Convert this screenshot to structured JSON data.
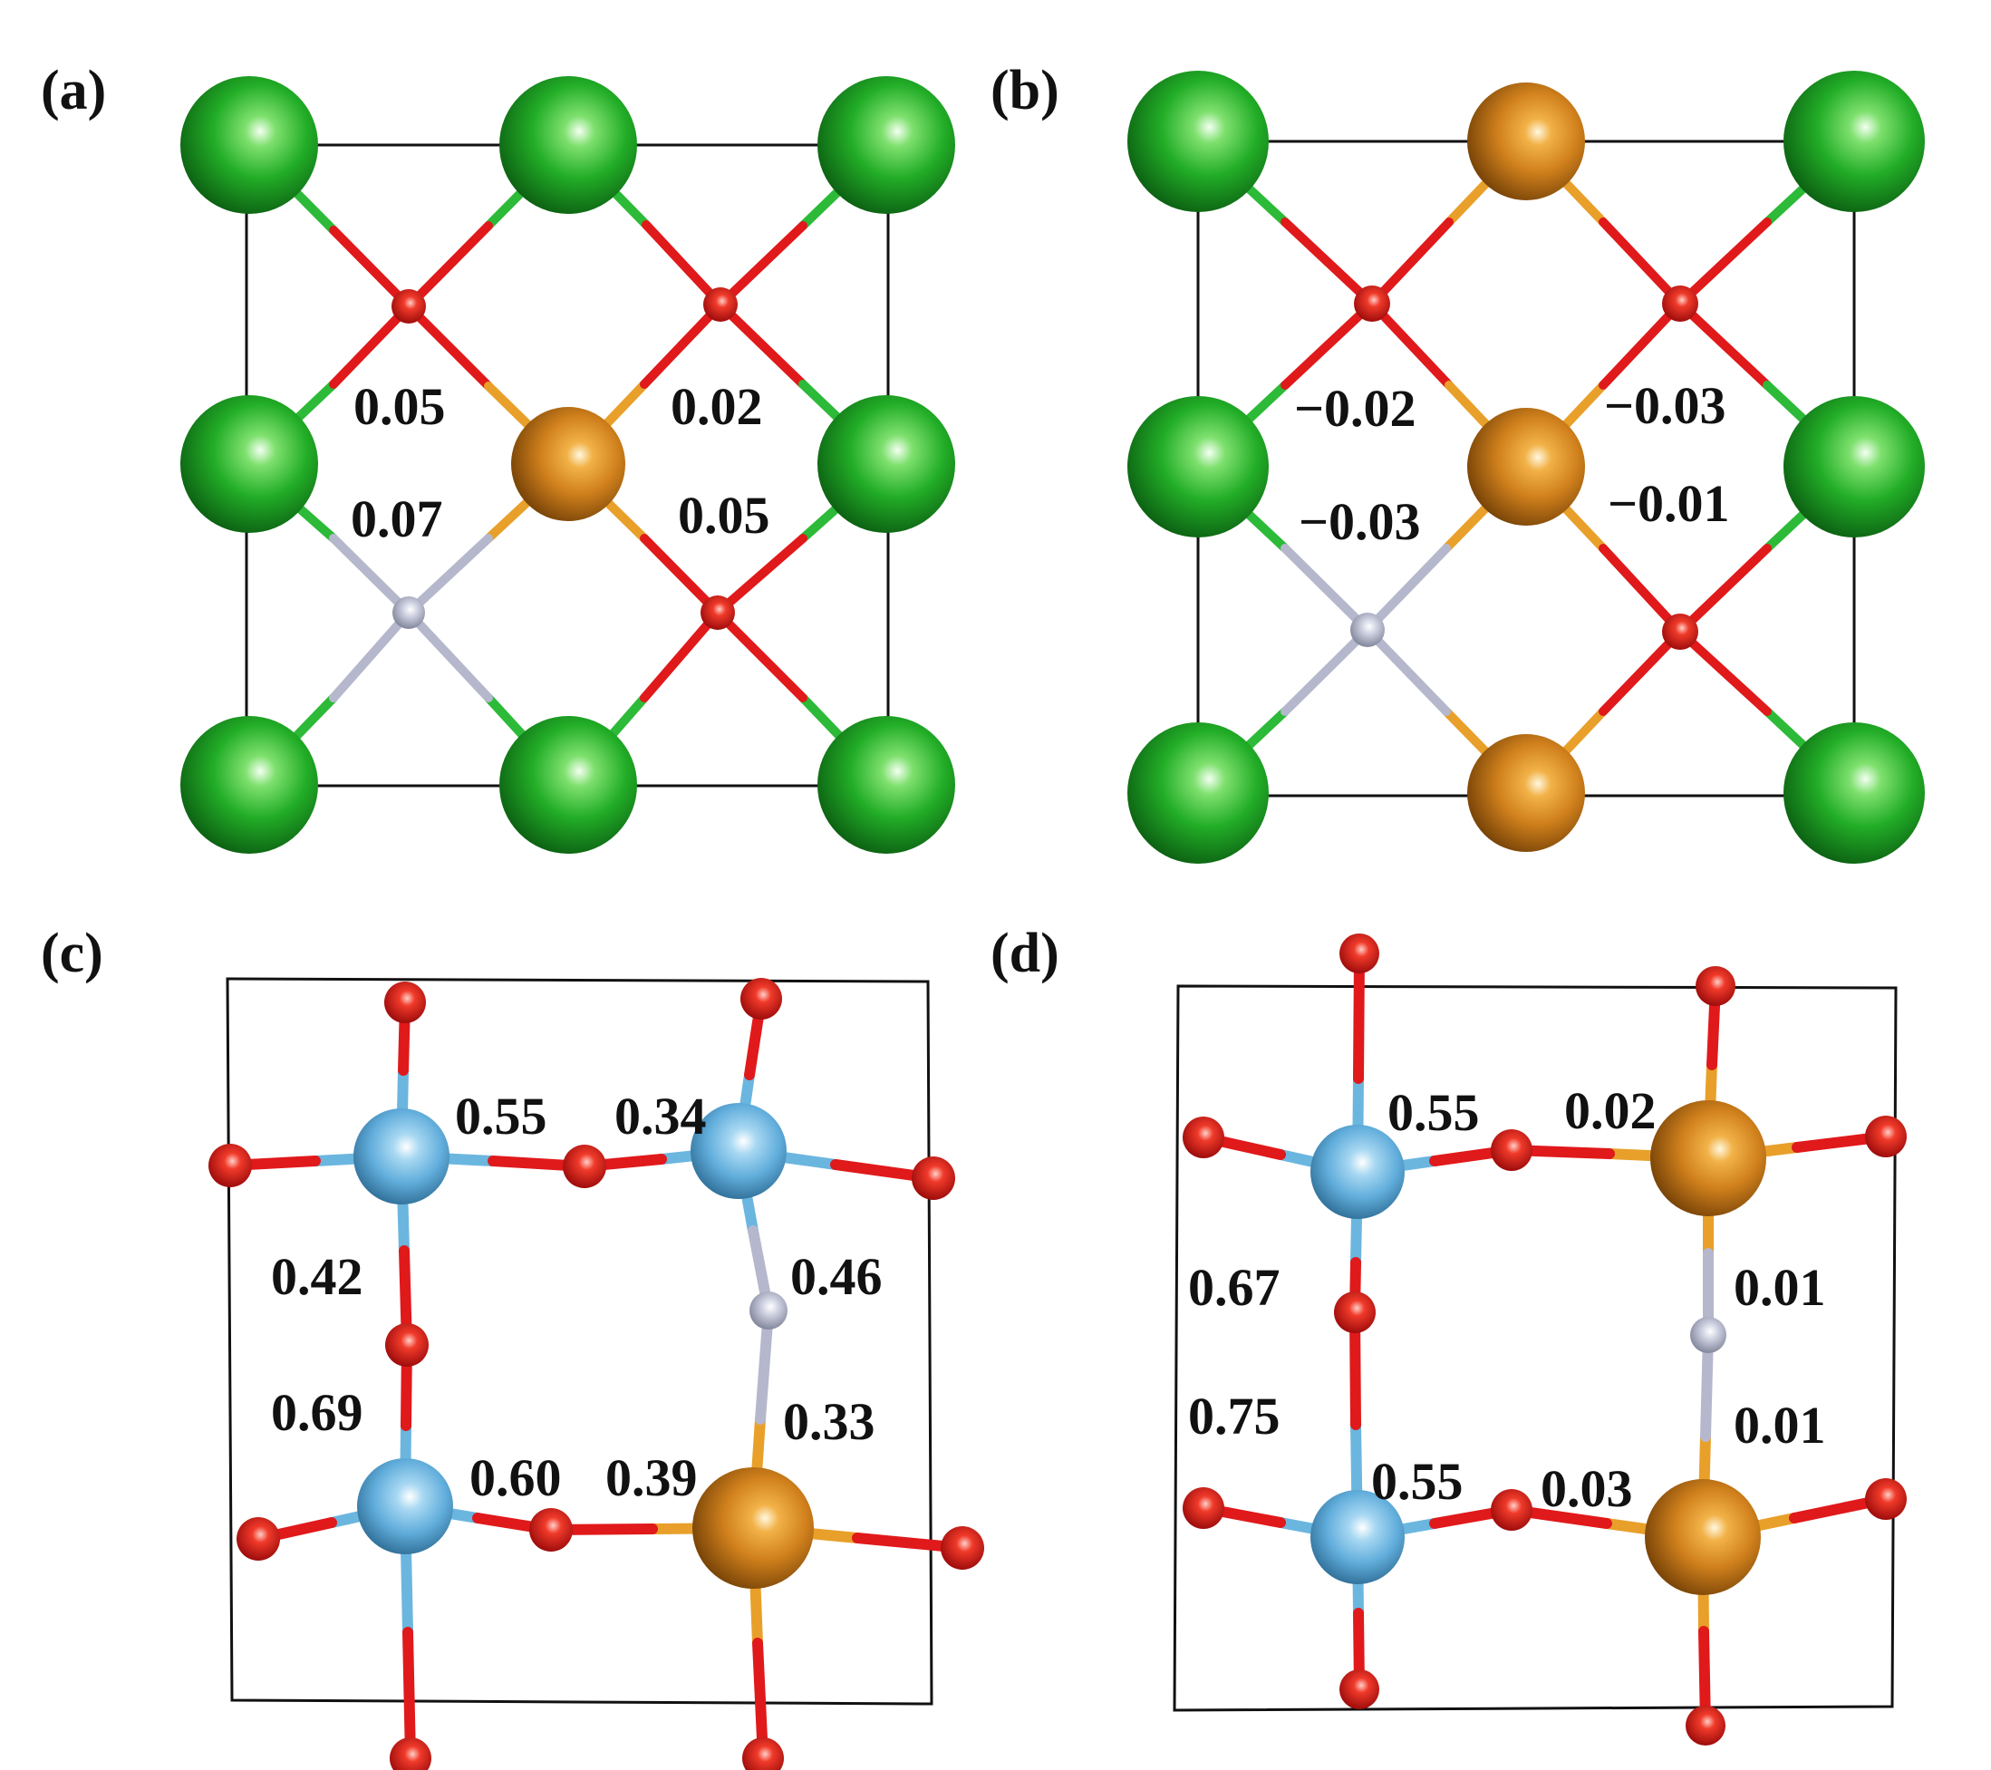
{
  "colors": {
    "green_atom": "#1fb325",
    "orange_atom": "#d4841c",
    "red_atom": "#e0191b",
    "blue_atom": "#6bb6df",
    "gray_atom": "#b5b8cc",
    "cell_line": "#111111"
  },
  "panels": {
    "a": {
      "label": "(a)",
      "bonds": {
        "b1": "0.05",
        "b2": "0.02",
        "b3": "0.07",
        "b4": "0.05"
      }
    },
    "b": {
      "label": "(b)",
      "bonds": {
        "b1": "−0.02",
        "b2": "−0.03",
        "b3": "−0.03",
        "b4": "−0.01"
      }
    },
    "c": {
      "label": "(c)",
      "bonds": {
        "b1": "0.55",
        "b2": "0.34",
        "b3": "0.42",
        "b4": "0.46",
        "b5": "0.69",
        "b6": "0.33",
        "b7": "0.60",
        "b8": "0.39"
      }
    },
    "d": {
      "label": "(d)",
      "bonds": {
        "b1": "0.55",
        "b2": "0.02",
        "b3": "0.67",
        "b4": "0.01",
        "b5": "0.75",
        "b6": "0.01",
        "b7": "0.55",
        "b8": "0.03"
      }
    }
  }
}
